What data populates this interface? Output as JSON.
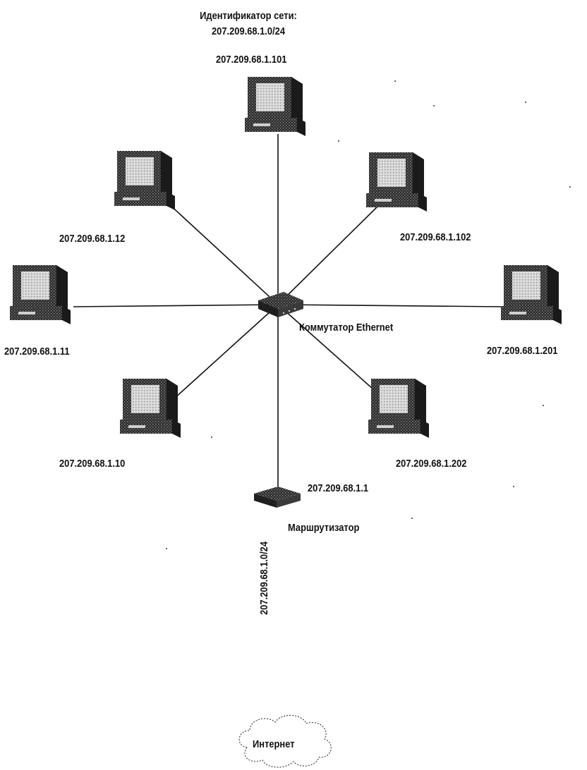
{
  "network_id": {
    "label": "Идентификатор сети:",
    "value": "207.209.68.1.0/24"
  },
  "switch": {
    "label": "Коммутатор Ethernet"
  },
  "router": {
    "label": "Маршрутизатор",
    "address": "207.209.68.1.1"
  },
  "wan_link": {
    "label": "207.209.68.1.0/24"
  },
  "internet": {
    "label": "Интернет"
  },
  "computers": [
    {
      "ip": "207.209.68.1.101"
    },
    {
      "ip": "207.209.68.1.12"
    },
    {
      "ip": "207.209.68.1.102"
    },
    {
      "ip": "207.209.68.1.11"
    },
    {
      "ip": "207.209.68.1.201"
    },
    {
      "ip": "207.209.68.1.10"
    },
    {
      "ip": "207.209.68.1.202"
    }
  ],
  "colors": {
    "line": "#111111",
    "device_dark": "#2a2a2a",
    "device_light": "#bdbdbd"
  }
}
